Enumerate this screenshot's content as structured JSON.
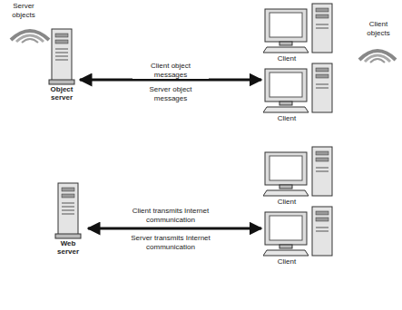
{
  "diagram": {
    "nodes": [
      {
        "text": [
          "Object server"
        ]
      },
      {
        "text": [
          "Client"
        ]
      },
      {
        "text": [
          "Client"
        ]
      },
      {
        "text": [
          "Web server"
        ]
      },
      {
        "text": [
          "Client"
        ]
      },
      {
        "text": [
          "Client"
        ]
      }
    ],
    "edges": [
      {
        "from": 0,
        "to": 2,
        "arrow": "both"
      },
      {
        "from": 3,
        "to": 5,
        "arrow": "both"
      }
    ],
    "labels": [
      "Server objects",
      "Client objects",
      "Client object messages",
      "Server object messages",
      "Client transmits Internet communication",
      "Server transmits Internet communication"
    ]
  }
}
